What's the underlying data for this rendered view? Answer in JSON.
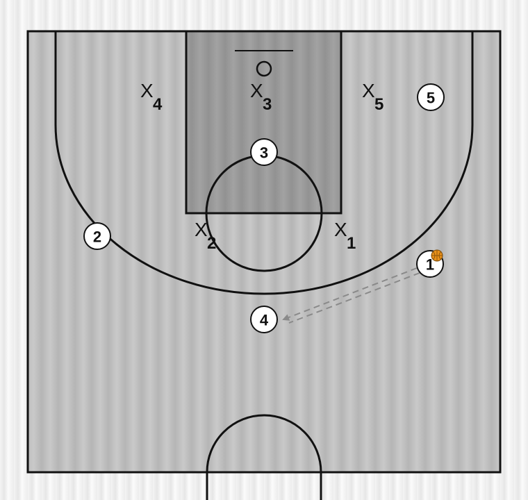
{
  "colors": {
    "court_light": "#c7c7c7",
    "court_dark": "#b3b3b3",
    "paint": "#9c9c9c",
    "line": "#111111",
    "pass": "#8a8a8a",
    "ball": "#e8901a"
  },
  "defenders": [
    {
      "id": "d1",
      "letter": "X",
      "sub": "1"
    },
    {
      "id": "d2",
      "letter": "X",
      "sub": "2"
    },
    {
      "id": "d3",
      "letter": "X",
      "sub": "3"
    },
    {
      "id": "d4",
      "letter": "X",
      "sub": "4"
    },
    {
      "id": "d5",
      "letter": "X",
      "sub": "5"
    }
  ],
  "offense": [
    {
      "id": "o1",
      "label": "1"
    },
    {
      "id": "o2",
      "label": "2"
    },
    {
      "id": "o3",
      "label": "3"
    },
    {
      "id": "o4",
      "label": "4"
    },
    {
      "id": "o5",
      "label": "5"
    }
  ],
  "ball": {
    "holder": "1",
    "icon": "basketball-icon"
  },
  "pass": {
    "from": "1",
    "to": "4",
    "style": "dashed-pass-arrow"
  }
}
